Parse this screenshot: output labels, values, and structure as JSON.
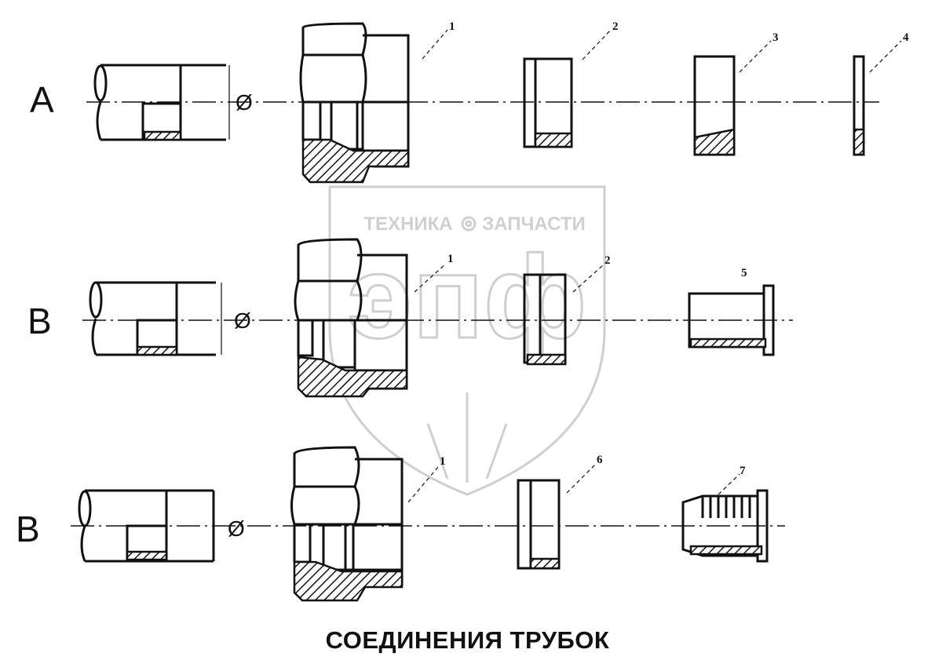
{
  "caption": "СОЕДИНЕНИЯ ТРУБОК",
  "watermark": {
    "left_text": "ТЕХНИКА",
    "right_text": "ЗАПЧАСТИ",
    "logo_letters": "эпф"
  },
  "diameter_symbol": "Ø",
  "rows": [
    {
      "letter": "А",
      "callouts": [
        "1",
        "2",
        "3",
        "4"
      ]
    },
    {
      "letter": "В",
      "callouts": [
        "1",
        "2",
        "5"
      ]
    },
    {
      "letter": "В",
      "callouts": [
        "1",
        "6",
        "7"
      ]
    }
  ]
}
